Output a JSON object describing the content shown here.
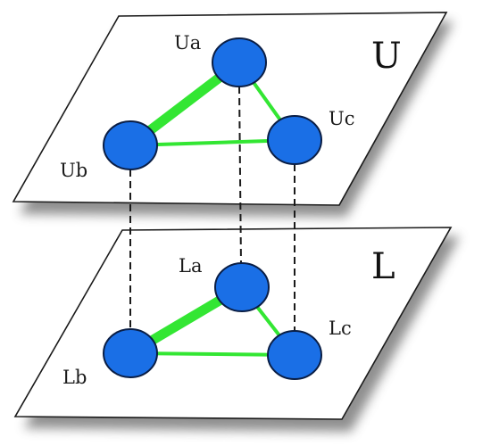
{
  "layers": [
    {
      "id": "upper",
      "title": "U",
      "nodes": [
        {
          "id": "a",
          "label": "Ua"
        },
        {
          "id": "b",
          "label": "Ub"
        },
        {
          "id": "c",
          "label": "Uc"
        }
      ]
    },
    {
      "id": "lower",
      "title": "L",
      "nodes": [
        {
          "id": "a",
          "label": "La"
        },
        {
          "id": "b",
          "label": "Lb"
        },
        {
          "id": "c",
          "label": "Lc"
        }
      ]
    }
  ],
  "edges": [
    {
      "from": "a",
      "to": "b",
      "weight": "strong"
    },
    {
      "from": "a",
      "to": "c",
      "weight": "normal"
    },
    {
      "from": "b",
      "to": "c",
      "weight": "normal"
    }
  ],
  "interlayer_links": [
    {
      "from": "Ua",
      "to": "La",
      "style": "dashed"
    },
    {
      "from": "Ub",
      "to": "Lb",
      "style": "dashed"
    },
    {
      "from": "Uc",
      "to": "Lc",
      "style": "dashed"
    }
  ],
  "colors": {
    "plane_fill": "#ffffff",
    "plane_stroke": "#1a1a1a",
    "shadow": "#6b6b6b",
    "node_fill": "#1a6fe6",
    "node_stroke": "#0a1e45",
    "edge": "#33e633",
    "link": "#1a1a1a"
  }
}
